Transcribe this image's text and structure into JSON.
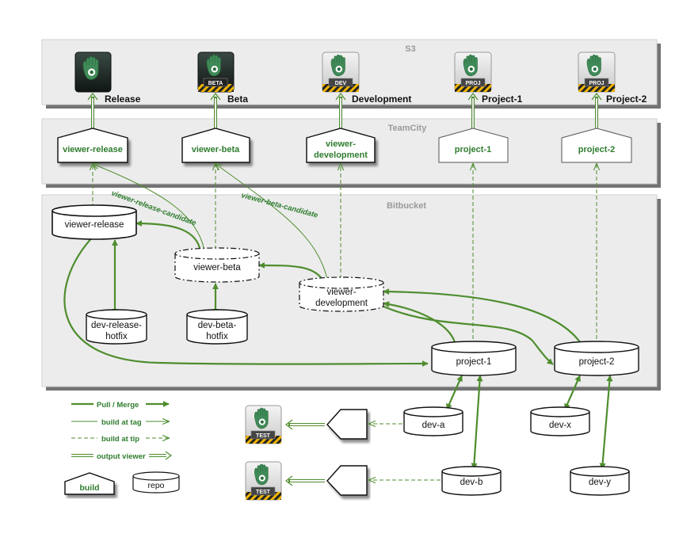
{
  "panels": {
    "s3": "S3",
    "teamcity": "TeamCity",
    "bitbucket": "Bitbucket"
  },
  "s3_items": [
    {
      "label": "Release",
      "badge": ""
    },
    {
      "label": "Beta",
      "badge": "BETA"
    },
    {
      "label": "Development",
      "badge": "DEV"
    },
    {
      "label": "Project-1",
      "badge": "PROJ"
    },
    {
      "label": "Project-2",
      "badge": "PROJ"
    }
  ],
  "builds": [
    {
      "lines": [
        "viewer-release"
      ]
    },
    {
      "lines": [
        "viewer-beta"
      ]
    },
    {
      "lines": [
        "viewer-",
        "development"
      ]
    },
    {
      "lines": [
        "project-1"
      ]
    },
    {
      "lines": [
        "project-2"
      ]
    }
  ],
  "repos": {
    "viewer_release": [
      "viewer-release"
    ],
    "viewer_beta": [
      "viewer-beta"
    ],
    "viewer_development": [
      "viewer-",
      "development"
    ],
    "dev_release_hotfix": [
      "dev-release-",
      "hotfix"
    ],
    "dev_beta_hotfix": [
      "dev-beta-",
      "hotfix"
    ],
    "project_1": [
      "project-1"
    ],
    "project_2": [
      "project-2"
    ],
    "dev_a": [
      "dev-a"
    ],
    "dev_b": [
      "dev-b"
    ],
    "dev_x": [
      "dev-x"
    ],
    "dev_y": [
      "dev-y"
    ]
  },
  "edge_labels": {
    "release_candidate": "viewer-release-candidate",
    "beta_candidate": "viewer-beta-candidate"
  },
  "test_badge": "TEST",
  "legend": {
    "pull_merge": "Pull / Merge",
    "build_at_tag": "build at tag",
    "build_at_tip": "build at tip",
    "output_viewer": "output viewer",
    "build": "build",
    "repo": "repo"
  },
  "colors": {
    "green": "#4e8d2e",
    "panel": "#ececec",
    "icon_dark": "#1f2a26",
    "icon_light": "#dcdcdc",
    "hand": "#3f8a58"
  }
}
